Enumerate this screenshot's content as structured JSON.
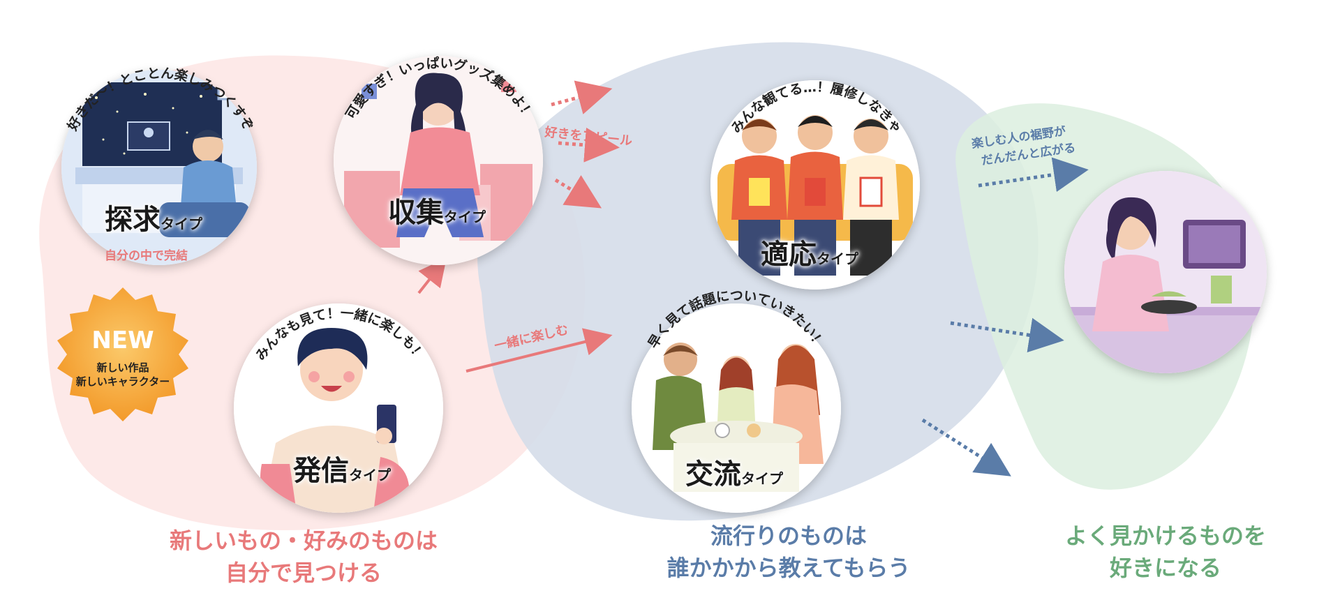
{
  "colors": {
    "pink": "#e8797a",
    "blue": "#5a7ca8",
    "green": "#6aaa7a",
    "pink_blob": "#fde9e8",
    "blue_blob": "#d9e1ec",
    "green_blob": "#dcefdf",
    "badge": "#f6a93a"
  },
  "badge": {
    "title": "NEW",
    "line1": "新しい作品",
    "line2": "新しいキャラクター"
  },
  "types": {
    "tankyu": {
      "name": "探求",
      "suffix": "タイプ",
      "caption": "好きだ〜！とことん楽しみつくすぞ",
      "note": "自分の中で完結"
    },
    "shushu": {
      "name": "収集",
      "suffix": "タイプ",
      "caption": "可愛すぎ！いっぱいグッズ集めよ！"
    },
    "hasshin": {
      "name": "発信",
      "suffix": "タイプ",
      "caption": "みんなも見て！一緒に楽しも！"
    },
    "tekio": {
      "name": "適応",
      "suffix": "タイプ",
      "caption": "みんな観てる…！履修しなきゃ"
    },
    "koryu": {
      "name": "交流",
      "suffix": "タイプ",
      "caption": "早く見て話題についていきたい！"
    }
  },
  "arrows": {
    "appeal": "好きをアピール",
    "together": "一緒に楽しむ",
    "spread_line1": "楽しむ人の裾野が",
    "spread_line2": "だんだんと広がる"
  },
  "sections": {
    "pink_line1": "新しいもの・好みのものは",
    "pink_line2": "自分で見つける",
    "blue_line1": "流行りのものは",
    "blue_line2": "誰かかから教えてもらう",
    "green_line1": "よく見かけるものを",
    "green_line2": "好きになる"
  },
  "icons": [
    "starburst-badge",
    "arrow-icon",
    "dotted-arrow-icon"
  ]
}
